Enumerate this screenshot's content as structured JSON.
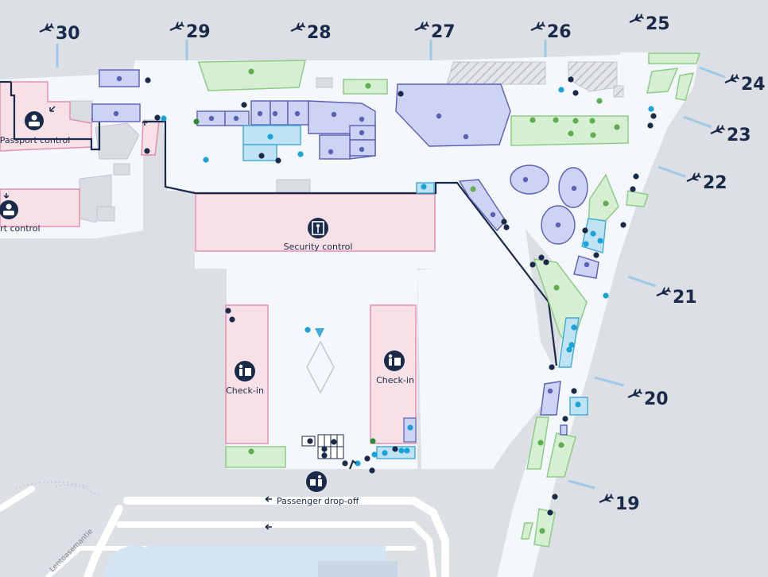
{
  "gates": [
    {
      "id": "g30",
      "label": "30"
    },
    {
      "id": "g29",
      "label": "29"
    },
    {
      "id": "g28",
      "label": "28"
    },
    {
      "id": "g27",
      "label": "27"
    },
    {
      "id": "g26",
      "label": "26"
    },
    {
      "id": "g25",
      "label": "25"
    },
    {
      "id": "g24",
      "label": "24"
    },
    {
      "id": "g23",
      "label": "23"
    },
    {
      "id": "g22",
      "label": "22"
    },
    {
      "id": "g21",
      "label": "21"
    },
    {
      "id": "g20",
      "label": "20"
    },
    {
      "id": "g19",
      "label": "19"
    }
  ],
  "labels": {
    "passport_control_1": "Passport control",
    "passport_control_2": "ort control",
    "security_control": "Security control",
    "checkin_left": "Check-in",
    "checkin_right": "Check-in",
    "passenger_dropoff": "Passenger drop-off",
    "street": "Lentoasemantie"
  },
  "icons": {
    "plane": "plane-icon",
    "passport": "passport-control-icon",
    "security": "security-control-icon",
    "checkin": "check-in-icon",
    "dropoff": "passenger-dropoff-icon"
  },
  "colors": {
    "background": "#dcdfe3",
    "terminal": "#f4f7fb",
    "navy": "#1a2a4a",
    "pink_fill": "#f7e1e6",
    "pink_stroke": "#e58fb0",
    "blue_fill": "#cdd3f2",
    "blue_stroke": "#5a5fb8",
    "green_fill": "#d6efd3",
    "green_stroke": "#8dcc86",
    "cyan_fill": "#bfe3f2",
    "cyan_stroke": "#3fa9d9"
  }
}
